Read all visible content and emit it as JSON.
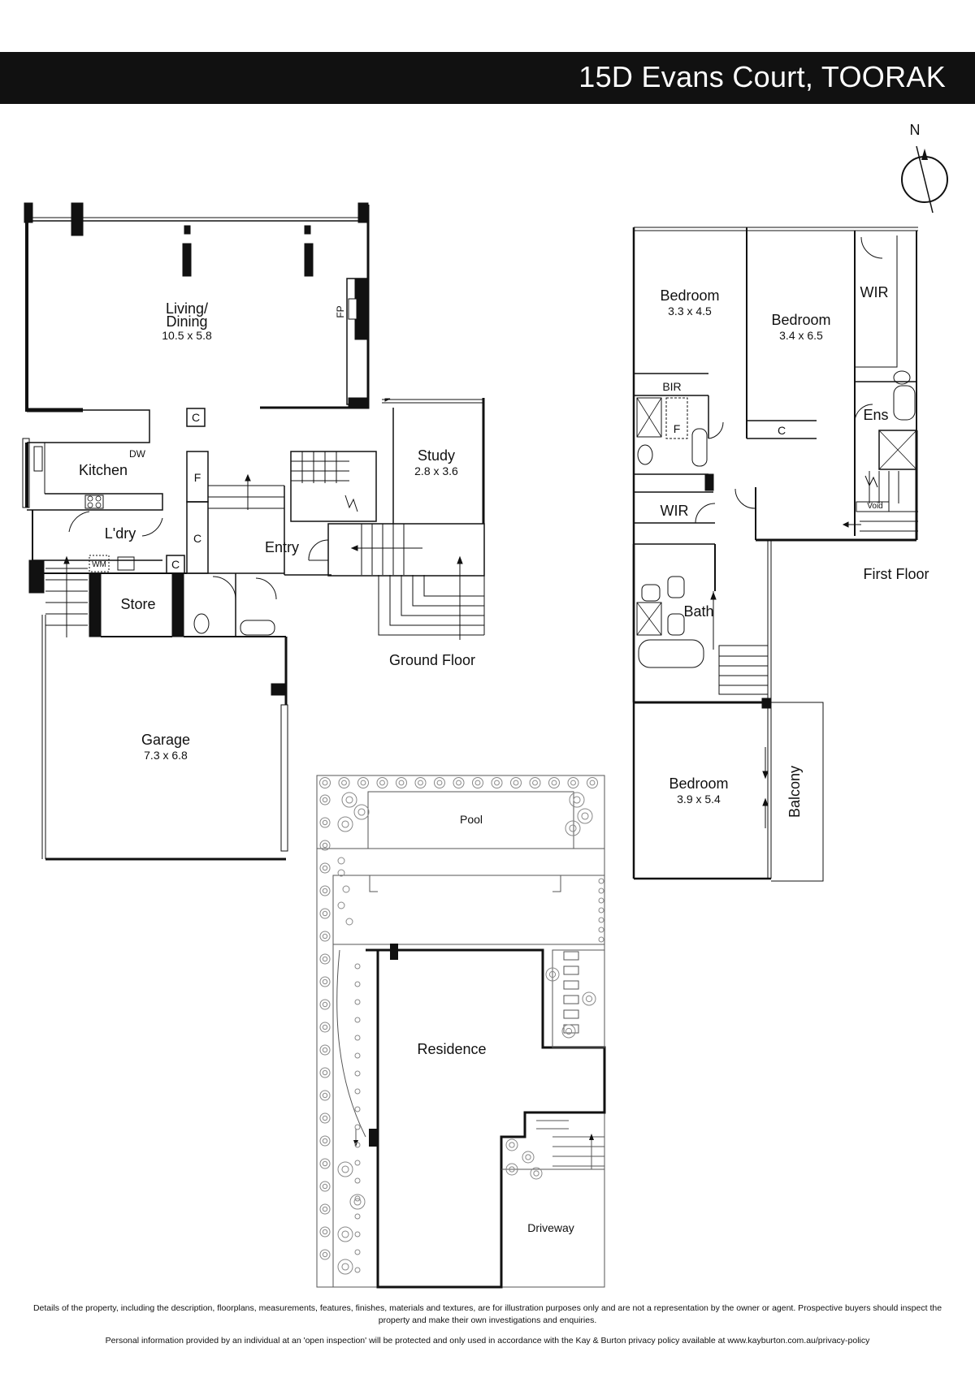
{
  "header": {
    "title": "15D  Evans Court, TOORAK"
  },
  "compass": {
    "label": "N"
  },
  "ground_floor": {
    "label": "Ground Floor",
    "rooms": {
      "living_dining": {
        "name_line1": "Living/",
        "name_line2": "Dining",
        "dims": "10.5 x 5.8"
      },
      "fireplace": "FP",
      "study": {
        "name": "Study",
        "dims": "2.8 x 3.6"
      },
      "kitchen": "Kitchen",
      "dishwasher": "DW",
      "laundry": "L'dry",
      "washing_machine": "WM",
      "store": "Store",
      "entry": "Entry",
      "garage": {
        "name": "Garage",
        "dims": "7.3 x 6.8"
      },
      "cupboard": "C",
      "fridge": "F"
    }
  },
  "first_floor": {
    "label": "First Floor",
    "rooms": {
      "bedroom1": {
        "name": "Bedroom",
        "dims": "3.3 x 4.5"
      },
      "bedroom2": {
        "name": "Bedroom",
        "dims": "3.4 x 6.5"
      },
      "bedroom3": {
        "name": "Bedroom",
        "dims": "3.9 x 5.4"
      },
      "wir": "WIR",
      "bir": "BIR",
      "ens": "Ens",
      "bath": "Bath",
      "void": "Void",
      "balcony": "Balcony",
      "cupboard": "C",
      "fridge": "F"
    }
  },
  "site_plan": {
    "pool": "Pool",
    "residence": "Residence",
    "driveway": "Driveway"
  },
  "footer": {
    "disclaimer": "Details of the property, including the description, floorplans, measurements, features, finishes, materials and textures, are for illustration purposes only and are not a representation by the owner or agent.  Prospective buyers should inspect the property and make their own investigations and enquiries.",
    "privacy": "Personal information provided by an individual at an 'open inspection' will be protected and only used in accordance with the Kay & Burton privacy policy available at www.kayburton.com.au/privacy-policy"
  },
  "colors": {
    "header_bg": "#111111",
    "wall": "#111111",
    "line": "#555555",
    "tree": "#888888"
  }
}
